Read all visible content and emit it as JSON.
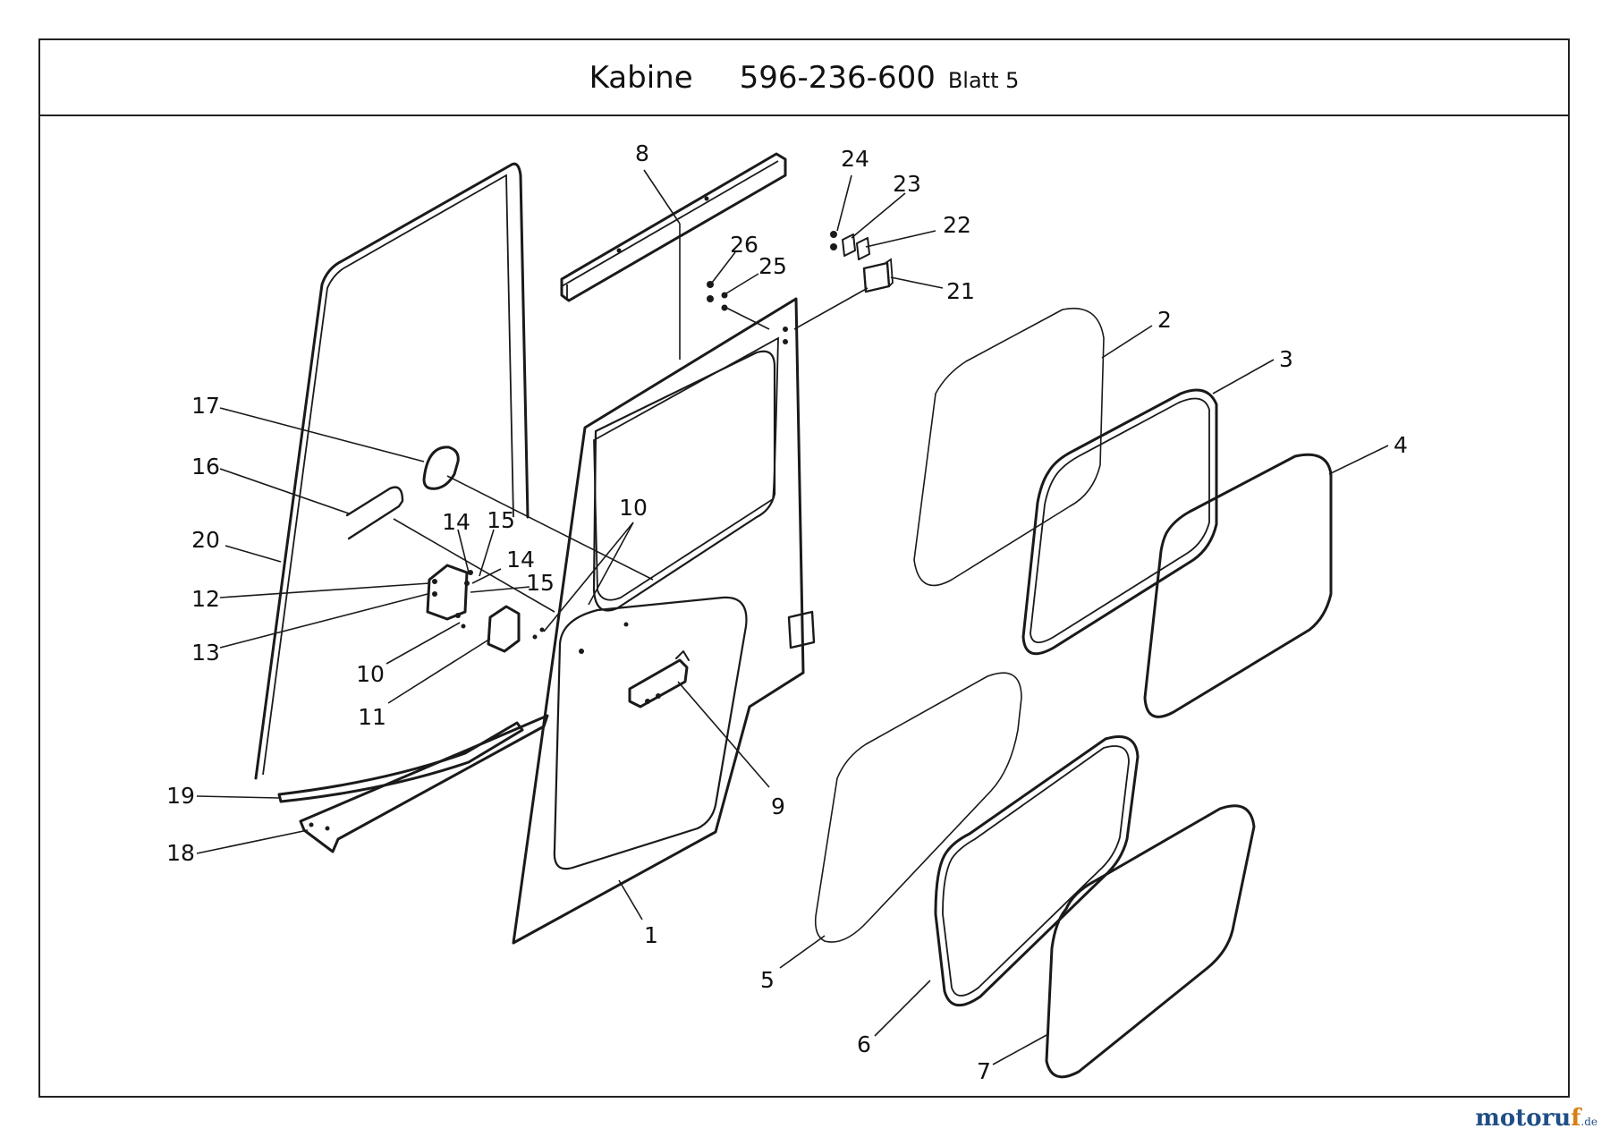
{
  "title": {
    "name": "Kabine",
    "part_number": "596-236-600",
    "sheet": "Blatt 5"
  },
  "watermark": {
    "brand_a": "motoru",
    "brand_b": "f",
    "tld": ".de"
  },
  "colors": {
    "line": "#1a1a1a",
    "watermark_blue": "#1f4f86",
    "watermark_orange": "#d87e14"
  },
  "callouts": [
    {
      "id": "c8",
      "label": "8"
    },
    {
      "id": "c24",
      "label": "24"
    },
    {
      "id": "c23",
      "label": "23"
    },
    {
      "id": "c22",
      "label": "22"
    },
    {
      "id": "c21",
      "label": "21"
    },
    {
      "id": "c26",
      "label": "26"
    },
    {
      "id": "c25",
      "label": "25"
    },
    {
      "id": "c2",
      "label": "2"
    },
    {
      "id": "c3",
      "label": "3"
    },
    {
      "id": "c4",
      "label": "4"
    },
    {
      "id": "c17",
      "label": "17"
    },
    {
      "id": "c16",
      "label": "16"
    },
    {
      "id": "c20",
      "label": "20"
    },
    {
      "id": "c14a",
      "label": "14"
    },
    {
      "id": "c15a",
      "label": "15"
    },
    {
      "id": "c14b",
      "label": "14"
    },
    {
      "id": "c15b",
      "label": "15"
    },
    {
      "id": "c10a",
      "label": "10"
    },
    {
      "id": "c12",
      "label": "12"
    },
    {
      "id": "c13",
      "label": "13"
    },
    {
      "id": "c10b",
      "label": "10"
    },
    {
      "id": "c11",
      "label": "11"
    },
    {
      "id": "c9",
      "label": "9"
    },
    {
      "id": "c19",
      "label": "19"
    },
    {
      "id": "c18",
      "label": "18"
    },
    {
      "id": "c1",
      "label": "1"
    },
    {
      "id": "c5",
      "label": "5"
    },
    {
      "id": "c6",
      "label": "6"
    },
    {
      "id": "c7",
      "label": "7"
    }
  ]
}
